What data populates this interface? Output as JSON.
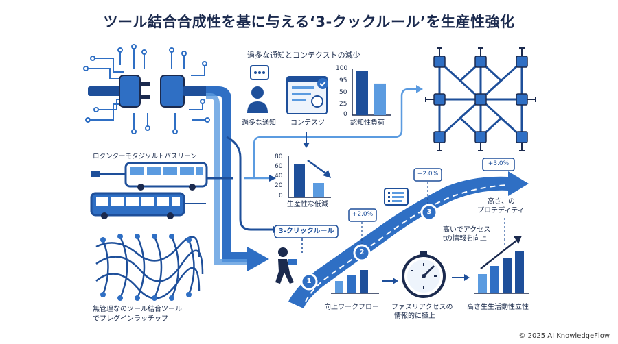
{
  "title": "ツール結合合成性を基に与える‘3-クックルール’を生産性強化",
  "top_caption": "過多な通知とコンテクストの減少",
  "labels": {
    "notification": "過多な通知",
    "context": "コンテスツ",
    "cognitive": "認知性負荷",
    "bus_caption": "ロクンターモタジソルトバスリーン",
    "productivity_low": "生産性な低減",
    "rule_badge": "3-クリックルール",
    "bottom_left_1": "無管理なのツール結合ツール",
    "bottom_left_2": "でプレグインラッチップ",
    "workflow": "向上ワークフロー",
    "access_1": "ファスリアクセスの",
    "access_2": "情報的に極上",
    "activity": "高さ生生活動性立性",
    "access_high_1": "高いでアクセス",
    "access_high_2": "tの情報を向上",
    "high_prod_1": "高さ、の",
    "high_prod_2": "プロテディティ",
    "step1": "1",
    "step2": "2",
    "step3": "3",
    "pct1": "+2.0%",
    "pct2": "+2.0%",
    "pct3": "+3.0%"
  },
  "cognitive_chart": {
    "y_ticks": [
      "100",
      "95",
      "50",
      "25",
      "0"
    ],
    "values": [
      100,
      72
    ],
    "ylim": [
      0,
      100
    ]
  },
  "productivity_chart": {
    "y_ticks": [
      "80",
      "60",
      "40",
      "20",
      "0"
    ],
    "values": [
      65,
      28
    ],
    "ylim": [
      0,
      80
    ]
  },
  "footer": "© 2025 AI KnowledgeFlow",
  "colors": {
    "dark_blue": "#1e4f9a",
    "mid_blue": "#2f6fc4",
    "light_blue": "#5b9be0",
    "navy": "#1b2a4e"
  }
}
